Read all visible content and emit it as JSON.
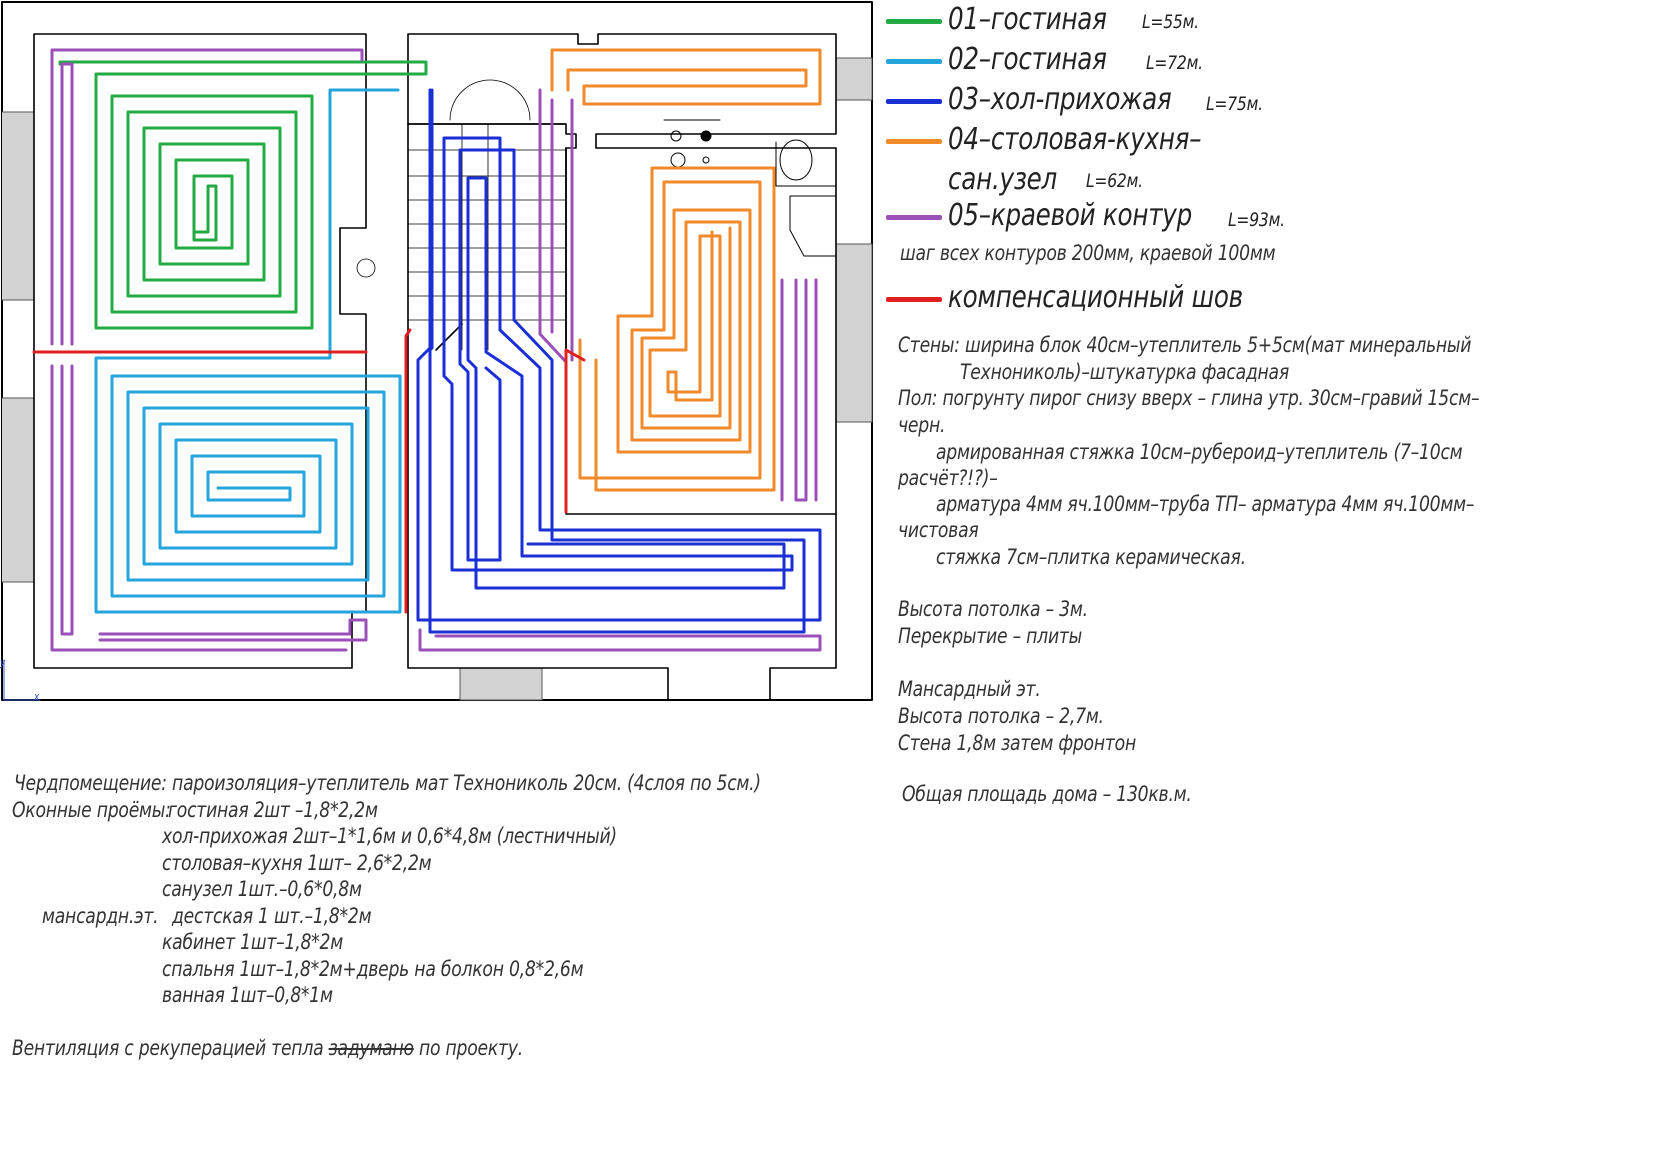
{
  "legend": {
    "contours": [
      {
        "name": "01–гостиная",
        "length": "L=55м.",
        "color": "#22aa44"
      },
      {
        "name": "02–гостиная",
        "length": "L=72м.",
        "color": "#22a6dd"
      },
      {
        "name": "03–хол-прихожая",
        "length": "L=75м.",
        "color": "#1b2fd6"
      },
      {
        "name": "04–столовая-кухня–",
        "name2": "сан.узел",
        "length": "L=62м.",
        "color": "#f08a2a"
      },
      {
        "name": "05–краевой контур",
        "length": "L=93м.",
        "color": "#9b4fb8"
      }
    ],
    "step_note": "шаг всех контуров 200мм, краевой 100мм",
    "seam": {
      "name": "компенсационный шов",
      "color": "#e02020"
    }
  },
  "specs": {
    "walls_1": "Стены: ширина блок 40см–утеплитель 5+5см(мат минеральный",
    "walls_2": "Технониколь)–штукатурка фасадная",
    "floor_1": "Пол: погрунту пирог снизу вверх – глина утр. 30см–гравий 15см–",
    "floor_2": "черн.",
    "floor_3": "армированная стяжка 10см–рубероид–утеплитель (7–10см",
    "floor_4": "расчёт?!?)–",
    "floor_5": "арматура 4мм яч.100мм–труба ТП– арматура 4мм яч.100мм–",
    "floor_6": "чистовая",
    "floor_7": "стяжка 7см–плитка керамическая.",
    "ceiling": "Высота потолка – 3м.",
    "overlap": "Перекрытие – плиты",
    "attic_title": "Мансардный эт.",
    "attic_ceiling": "Высота потолка – 2,7м.",
    "attic_wall": "Стена 1,8м затем фронтон",
    "total_area": "Общая площадь дома – 130кв.м."
  },
  "notes": {
    "attic_space": "Чердпомещение: пароизоляция–утеплитель мат Технониколь 20см. (4слоя по 5см.)",
    "windows_label": "Оконные проёмы:",
    "w1": "гостиная 2шт –1,8*2,2м",
    "w2": "хол-прихожая 2шт–1*1,6м и 0,6*4,8м (лестничный)",
    "w3": "столовая–кухня 1шт– 2,6*2,2м",
    "w4": "санузел 1шт.–0,6*0,8м",
    "attic_label": "мансардн.эт.",
    "w5": "дестская 1 шт.–1,8*2м",
    "w6": "кабинет 1шт–1,8*2м",
    "w7": "спальня 1шт–1,8*2м+дверь на болкон 0,8*2,6м",
    "w8": "ванная 1шт–0,8*1м",
    "vent_a": "Вентиляция с рекуперацией тепла ",
    "vent_b": "задумано",
    "vent_c": " по проекту."
  },
  "axis": {
    "x": "x",
    "y": "y"
  }
}
